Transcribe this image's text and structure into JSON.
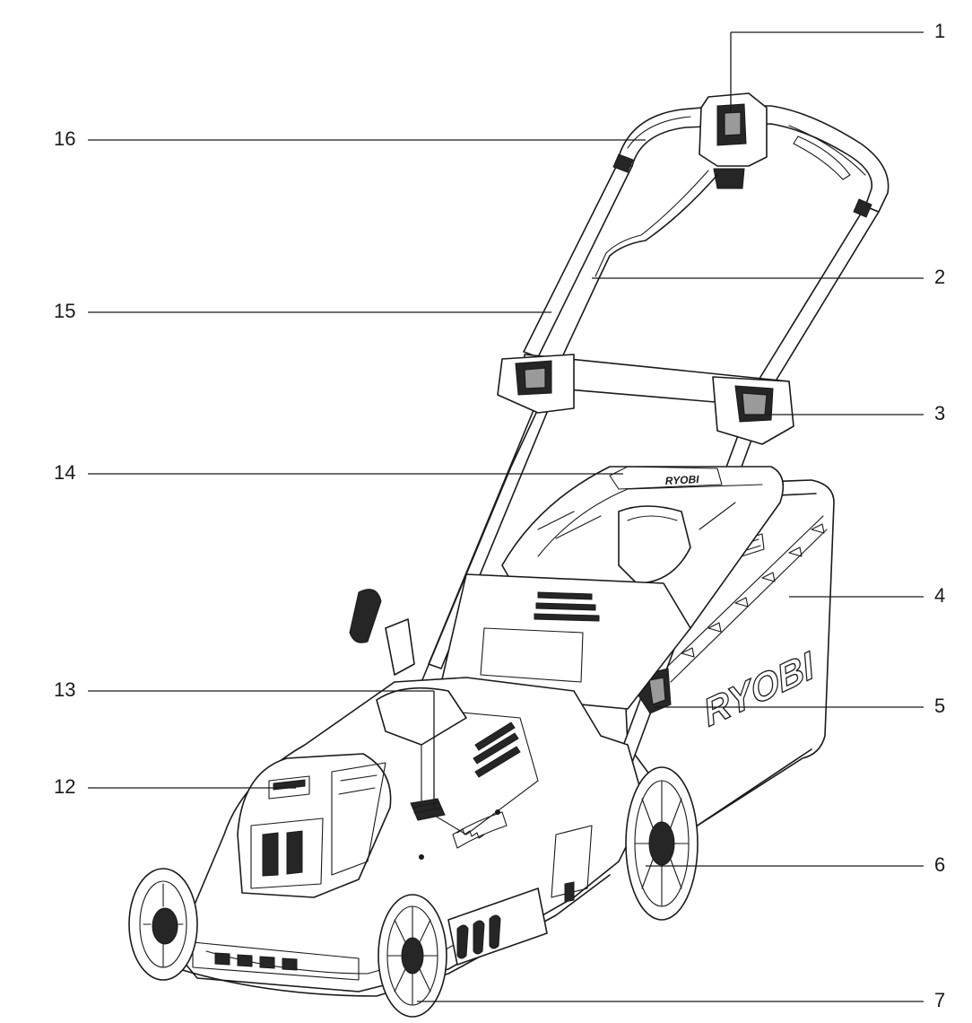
{
  "callouts": [
    {
      "id": "1",
      "label": "1"
    },
    {
      "id": "2",
      "label": "2"
    },
    {
      "id": "3",
      "label": "3"
    },
    {
      "id": "4",
      "label": "4"
    },
    {
      "id": "5",
      "label": "5"
    },
    {
      "id": "6",
      "label": "6"
    },
    {
      "id": "7",
      "label": "7"
    },
    {
      "id": "12",
      "label": "12"
    },
    {
      "id": "13",
      "label": "13"
    },
    {
      "id": "14",
      "label": "14"
    },
    {
      "id": "15",
      "label": "15"
    },
    {
      "id": "16",
      "label": "16"
    }
  ],
  "brand": {
    "bag_logo": "RYOBI",
    "top_logo": "RYOBI"
  }
}
